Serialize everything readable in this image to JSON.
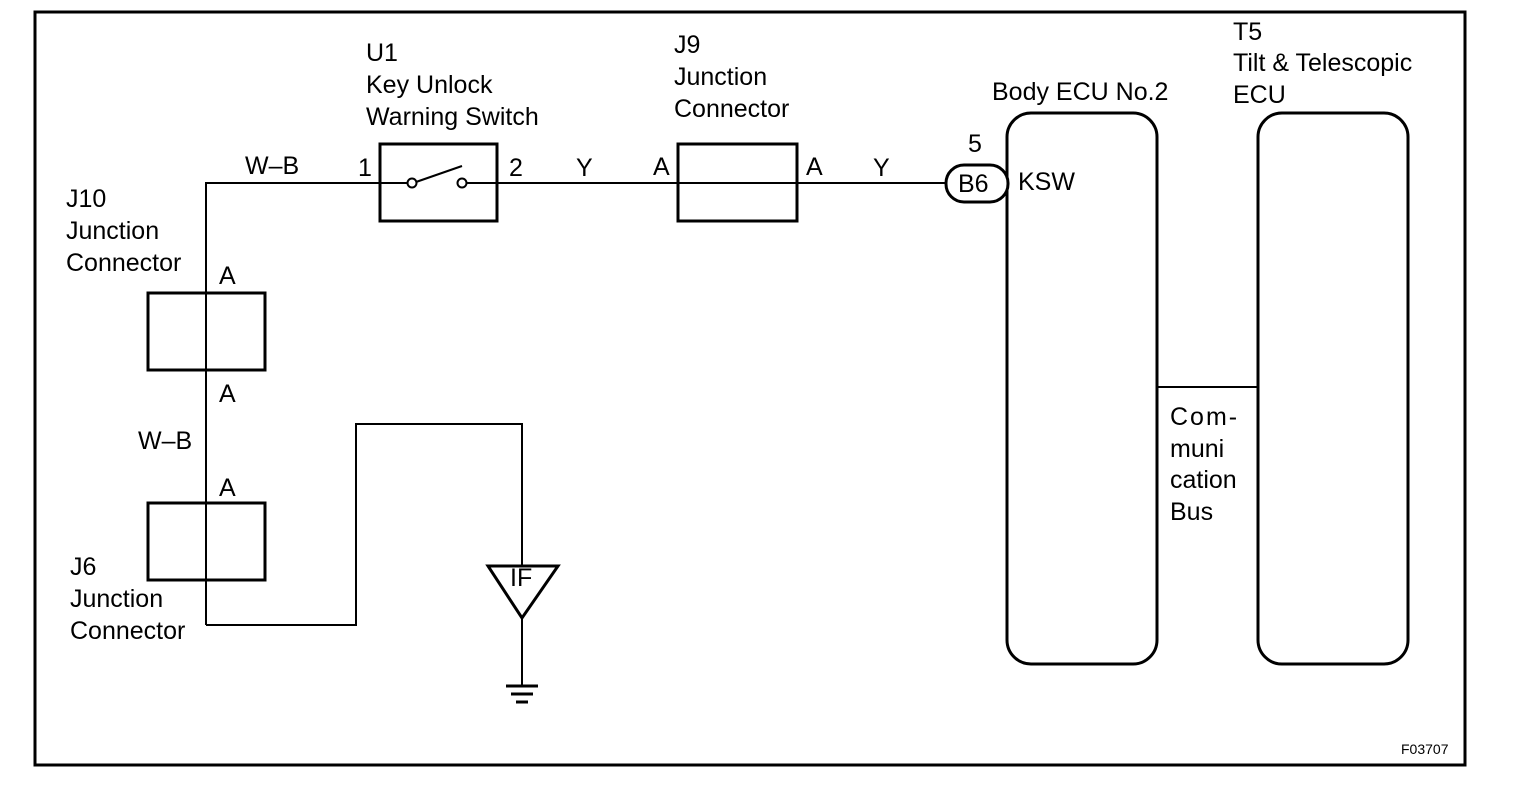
{
  "components": {
    "u1": {
      "code": "U1",
      "name_line1": "Key Unlock",
      "name_line2": "Warning Switch",
      "pin1": "1",
      "pin2": "2"
    },
    "j9": {
      "code": "J9",
      "name_line1": "Junction",
      "name_line2": "Connector",
      "pin_left": "A",
      "pin_right": "A"
    },
    "j10": {
      "code": "J10",
      "name_line1": "Junction",
      "name_line2": "Connector",
      "pin_top": "A",
      "pin_bottom": "A"
    },
    "j6": {
      "code": "J6",
      "name_line1": "Junction",
      "name_line2": "Connector",
      "pin_top": "A"
    },
    "body_ecu": {
      "name": "Body ECU No.2",
      "pin_number": "5",
      "connector": "B6",
      "terminal": "KSW"
    },
    "t5": {
      "code": "T5",
      "name_line1": "Tilt & Telescopic",
      "name_line2": "ECU"
    },
    "ground": {
      "label": "IF"
    }
  },
  "wires": {
    "wb_top": "W–B",
    "y_left": "Y",
    "y_right": "Y",
    "wb_side": "W–B"
  },
  "bus": {
    "line1": "Com-",
    "line2": "muni",
    "line3": "cation",
    "line4": "Bus"
  },
  "figure_id": "F03707"
}
